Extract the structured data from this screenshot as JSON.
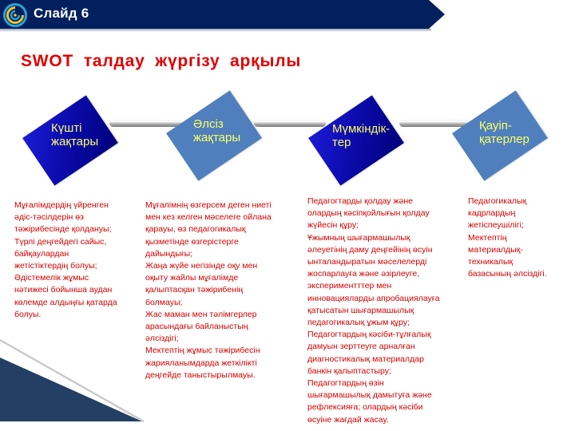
{
  "header": {
    "slide_label": "Слайд 6",
    "logo_icon": "circular-logo-icon",
    "bar_color": "#02205e"
  },
  "title": "SWOT  талдау  жүргізу  арқылы",
  "colors": {
    "title": "#e00000",
    "body_text": "#d40000",
    "card_text": "#ffff66",
    "card_dark": "#0a0aa8",
    "card_light": "#4f7fbd",
    "bottom_triangle": "#233f63"
  },
  "swot": [
    {
      "label_line1": "Күшті",
      "label_line2": "жақтары",
      "text": "Мұғалімдердің  үйренген\nәдіс-тәсілдерін өз\nтәжірибесінде қолдануы;\nТүрлі  деңгейдегі  сайыс,\nбайқаулардан\nжетістіктердің болуы;\nӘдістемелік  жұмыс\nнәтижесі бойынша аудан\nкөлемде алдыңғы қатарда\nболуы."
    },
    {
      "label_line1": "Әлсіз",
      "label_line2": "жақтары",
      "text": "Мұғалімнің өзгерсем деген ниеті\nмен кез келген мәселеге ойлана\n   қарауы, өз педагогикалық\nқызметінде өзгерістерге\nдайындығы;\nЖаңа жүйе негізінде  оқу   мен\nоқыту  жайлы мұғалімде\nқалыптасқан тәжірибенің\nболмауы;\nЖас  маман  мен  тәлімгерлер\nарасындағы байланыстың\nәлсіздігі;\nМектептің жұмыс тәжірибесін\nжарияланымдарда жеткілікті\nдеңгейде таныстырылмауы."
    },
    {
      "label_line1": "Мүмкіндік-",
      "label_line2": "тер",
      "text": "Педагогтарды  қолдау және\nолардың кәсіпқойлығын қолдау\nжүйесін құру;\nҰжымның шығармашылық\nәлеуетінің даму деңгейінің өсуін\nынталандыратын мәселелерді\nжоспарлауға және әзірлеуге,\nэкспериментттер мен\nинновацияларды апробациялауға\nқатысатын шығармашылық\nпедагогикалық ұжым құру;\nПедагогтардың кәсіби-тұлғалық\nдамуын зерттеуге арналған\nдиагностикалық  материалдар\nбанкін қалыптастыру;\nПедагогтардың өзін\nшығармашылық дамытуға және\nрефлексияға; олардың кәсіби\nөсуіне жағдай жасау."
    },
    {
      "label_line1": "Қауіп-",
      "label_line2": "қатерлер",
      "text": "Педагогикалық\nкадрлардың\nжетіспеушілігі;\nМектептің\nматериалдық-\nтехникалық\nбазасының  әлсіздігі."
    }
  ]
}
